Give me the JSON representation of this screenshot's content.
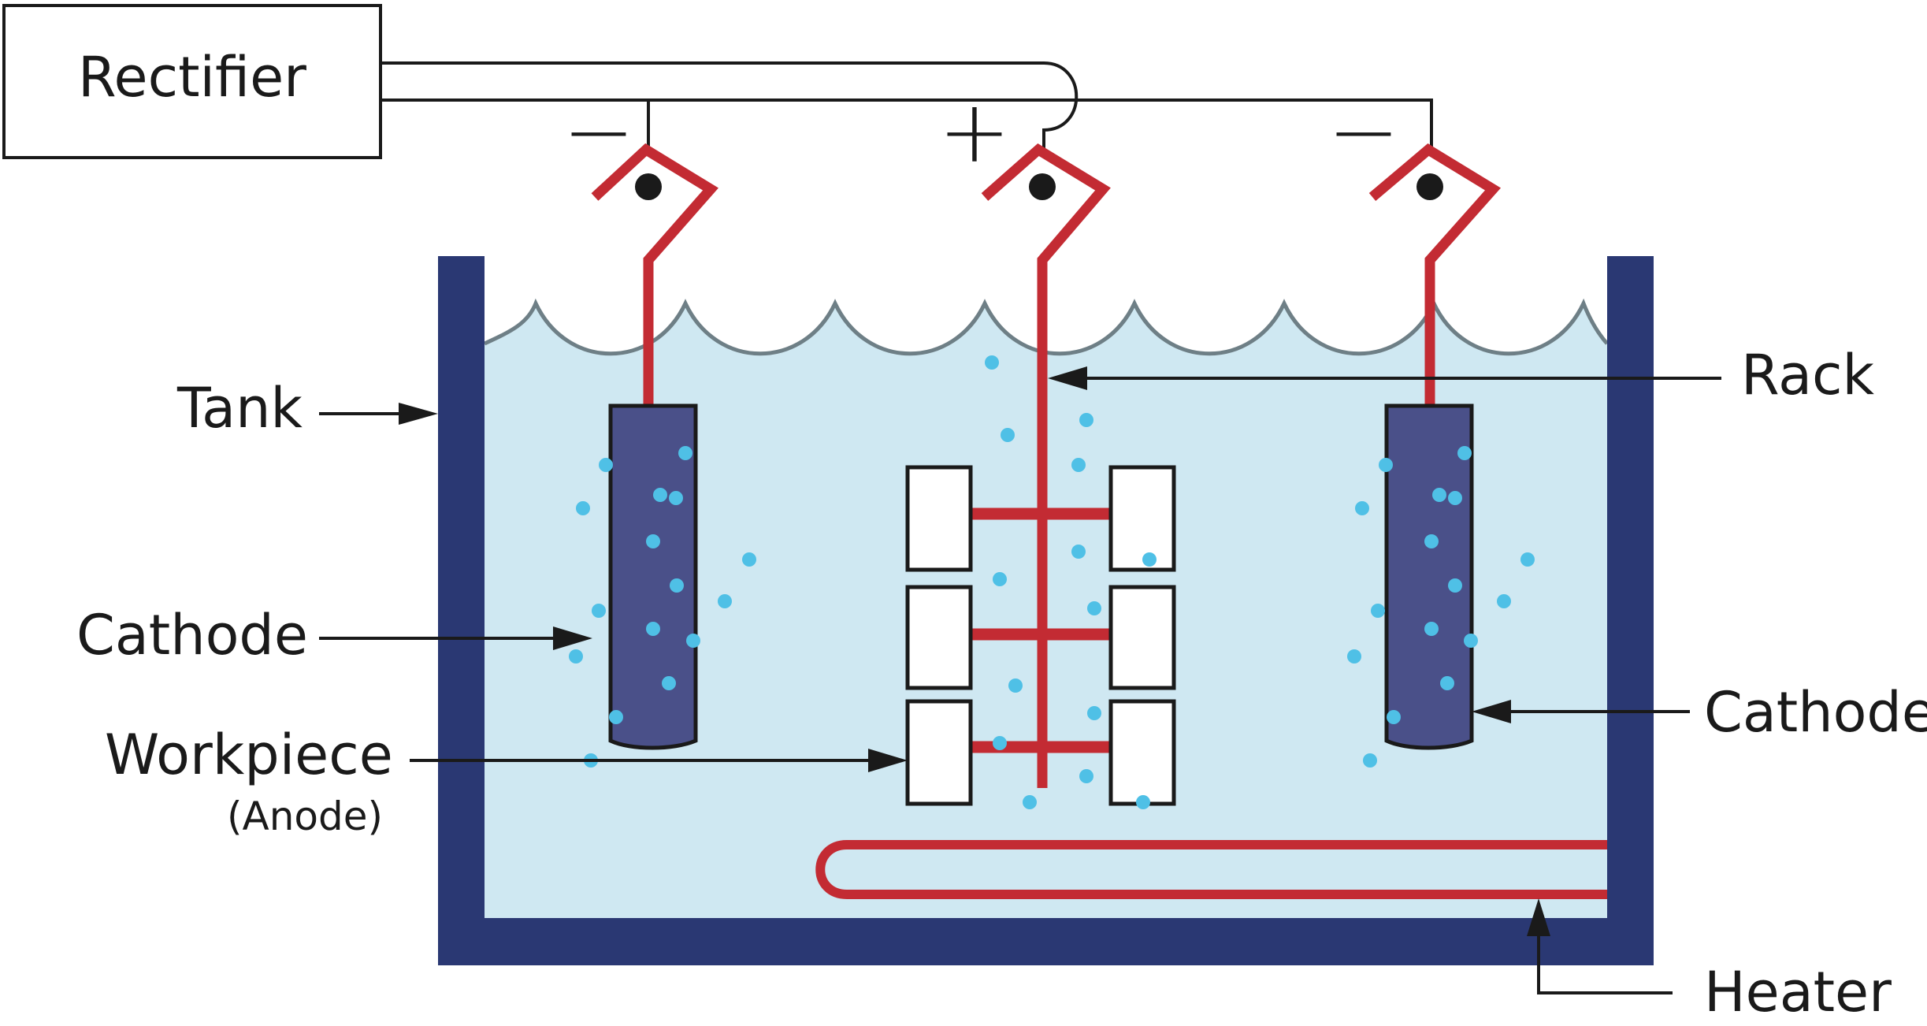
{
  "labels": {
    "rectifier": "Rectifier",
    "tank": "Tank",
    "rack": "Rack",
    "cathode_left": "Cathode",
    "cathode_right": "Cathode",
    "workpiece": "Workpiece",
    "workpiece_sub": "(Anode)",
    "heater": "Heater"
  },
  "polarity": {
    "left": "−",
    "center": "+",
    "right": "−"
  },
  "colors": {
    "tank_wall": "#2a3873",
    "electrolyte": "#cfe8f2",
    "surface_line": "#6e7f86",
    "rack_red": "#c32b33",
    "cathode_fill": "#4a5089",
    "bubble": "#4fc0e6",
    "wire": "#1a1a1a",
    "workpiece_fill": "#ffffff"
  }
}
